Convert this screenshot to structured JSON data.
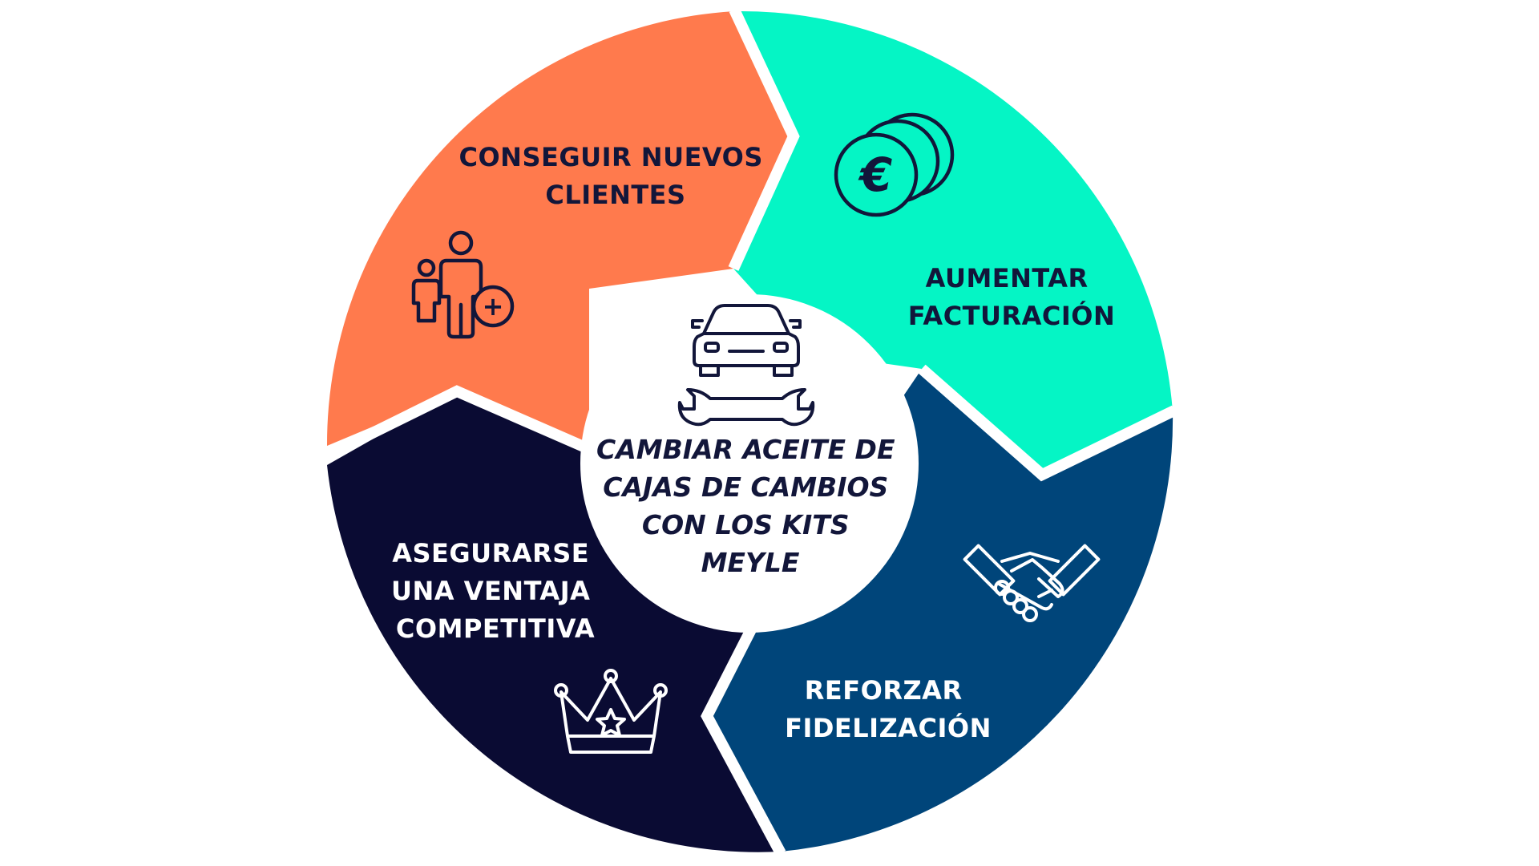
{
  "segments": [
    {
      "id": "nuevos-clientes",
      "label_lines": [
        "CONSEGUIR NUEVOS",
        "CLIENTES"
      ],
      "color": "#FF7A4D",
      "text_color": "#12163A",
      "icon": "people-add-icon"
    },
    {
      "id": "facturacion",
      "label_lines": [
        "AUMENTAR",
        "FACTURACIÓN"
      ],
      "color": "#05F5C5",
      "text_color": "#12163A",
      "icon": "euro-coins-icon"
    },
    {
      "id": "fidelizacion",
      "label_lines": [
        "REFORZAR",
        "FIDELIZACIÓN"
      ],
      "color": "#00457A",
      "text_color": "#FFFFFF",
      "icon": "handshake-icon"
    },
    {
      "id": "ventaja-competitiva",
      "label_lines": [
        "ASEGURARSE",
        "UNA VENTAJA",
        "COMPETITIVA"
      ],
      "color": "#0A0B33",
      "text_color": "#FFFFFF",
      "icon": "crown-icon"
    }
  ],
  "center": {
    "label_lines": [
      "CAMBIAR ACEITE DE",
      "CAJAS DE CAMBIOS",
      "CON LOS KITS",
      "MEYLE"
    ],
    "text_color": "#12163A",
    "icons": [
      "car-icon",
      "wrench-icon"
    ]
  },
  "icon_glyphs": {
    "euro": "€",
    "plus": "+"
  }
}
